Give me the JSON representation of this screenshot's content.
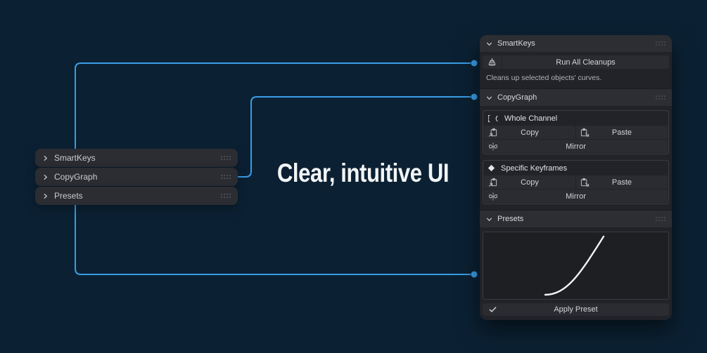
{
  "app": {
    "headline": "Clear, intuitive UI"
  },
  "colors": {
    "background": "#0b2133",
    "connector_accent": "#3a9de6",
    "panel_body": "#212329",
    "panel_header": "#2c2e33",
    "collapsed_panel": "#2b2d33",
    "button": "#2a2c31",
    "curve_stroke": "#f2f3f5"
  },
  "left_stack": {
    "items": [
      {
        "label": "SmartKeys"
      },
      {
        "label": "CopyGraph"
      },
      {
        "label": "Presets"
      }
    ]
  },
  "right_panel": {
    "smartkeys": {
      "title": "SmartKeys",
      "run_button_label": "Run All Cleanups",
      "description": "Cleans up selected objects' curves."
    },
    "copygraph": {
      "title": "CopyGraph",
      "groups": [
        {
          "title": "Whole Channel",
          "copy_label": "Copy",
          "paste_label": "Paste",
          "mirror_label": "Mirror"
        },
        {
          "title": "Specific Keyframes",
          "copy_label": "Copy",
          "paste_label": "Paste",
          "mirror_label": "Mirror"
        }
      ]
    },
    "presets": {
      "title": "Presets",
      "apply_button_label": "Apply Preset",
      "curve_shape": "ease-in"
    }
  },
  "icons": {
    "collapsed_expander": "chevron-right",
    "expanded_expander": "chevron-down",
    "drag_handle": "grip-dots",
    "run_cleanups": "paintbrush",
    "whole_channel": "channel-marquee",
    "specific_keyframes": "diamond",
    "copy": "clipboard-arrow-in",
    "paste": "clipboard-arrow-out",
    "mirror": "butterfly",
    "apply": "checkmark"
  }
}
